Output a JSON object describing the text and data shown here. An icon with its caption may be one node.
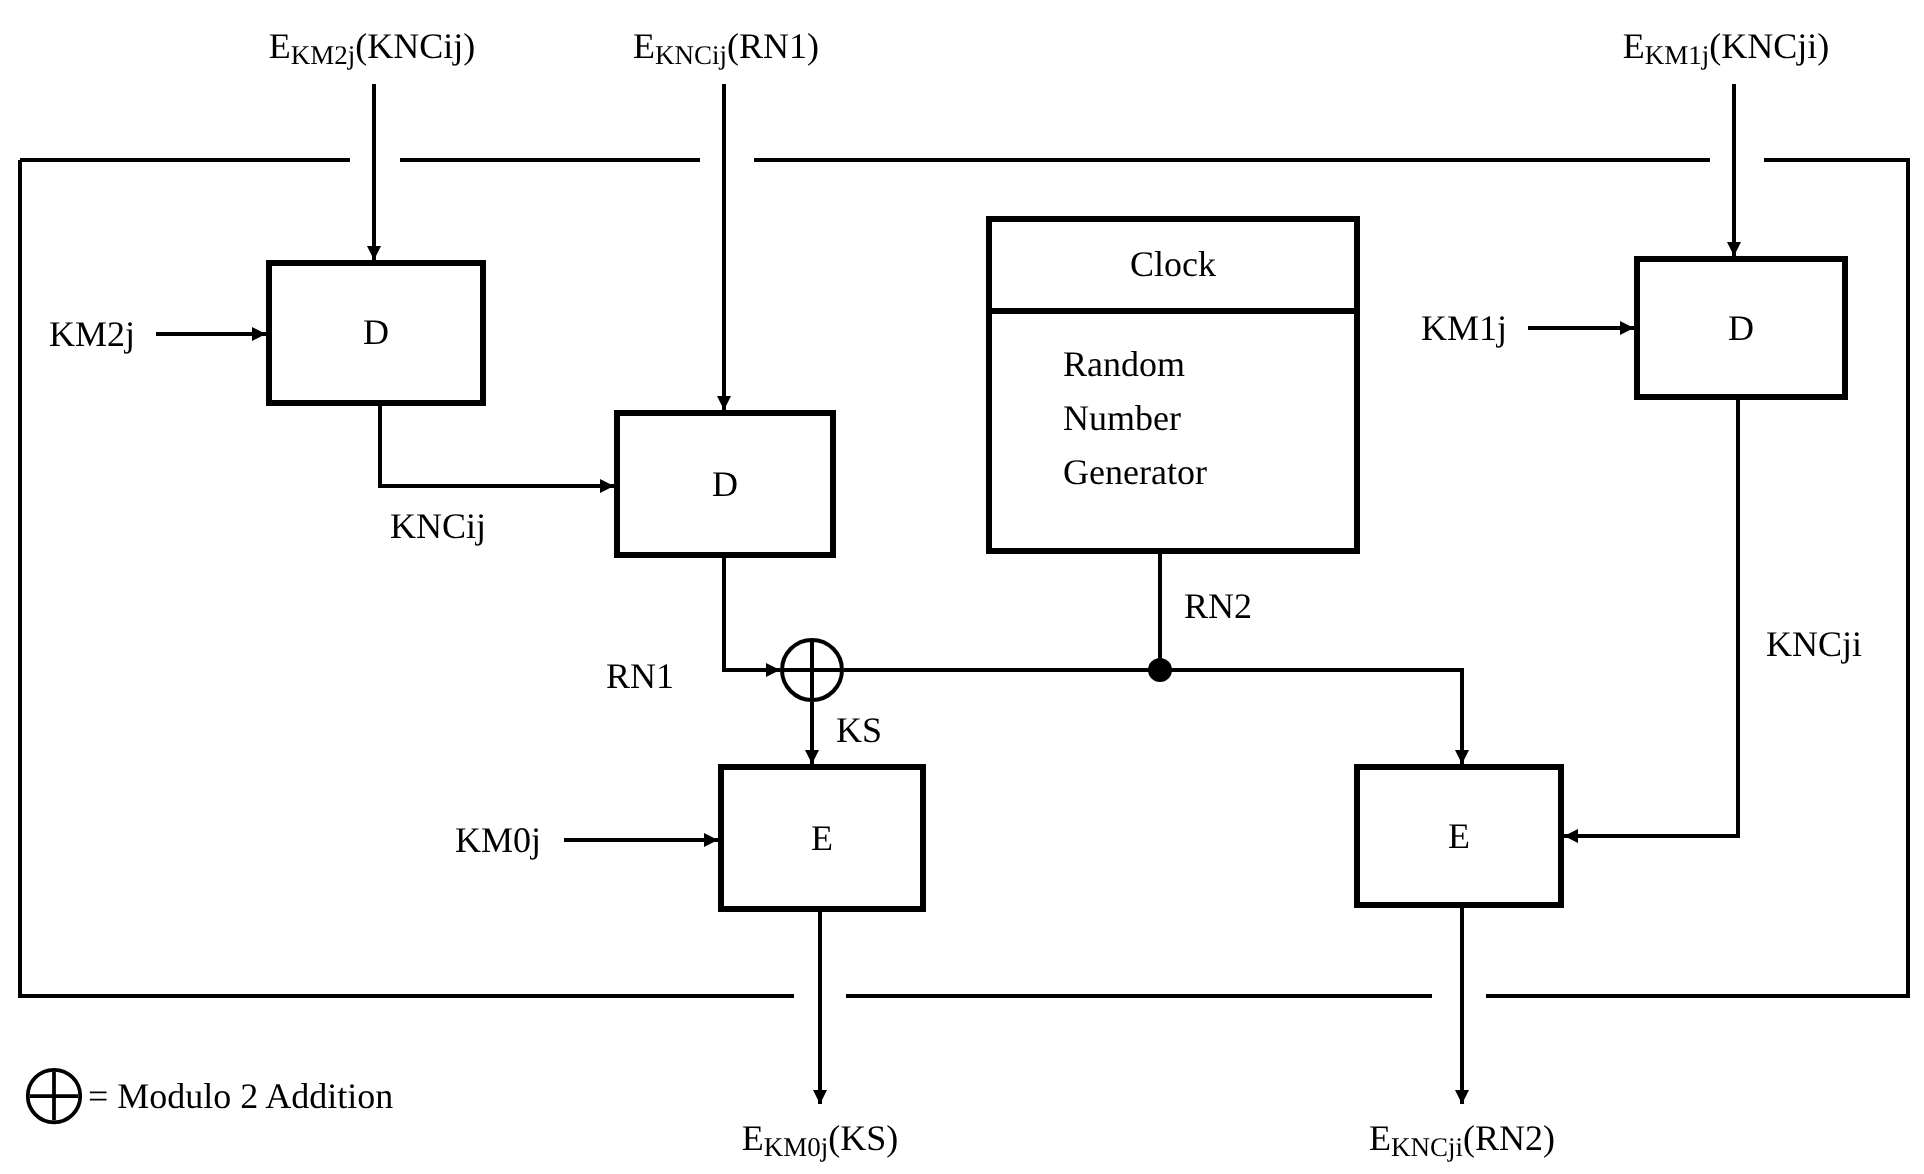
{
  "diagram": {
    "nodes": [
      {
        "text": [
          "E$_{KM2j}$(KNCij)"
        ]
      },
      {
        "text": [
          "E$_{KNCij}$(RN1)"
        ]
      },
      {
        "text": [
          "E$_{KM1j}$(KNCji)"
        ]
      },
      {
        "text": [
          "KM2j"
        ]
      },
      {
        "text": [
          "D"
        ]
      },
      {
        "text": [
          "D"
        ]
      },
      {
        "text": [
          "Clock",
          "Random Number Generator"
        ]
      },
      {
        "text": [
          "KM1j"
        ]
      },
      {
        "text": [
          "D"
        ]
      },
      {
        "text": [],
        "shape": "circle"
      },
      {
        "text": [
          "KM0j"
        ]
      },
      {
        "text": [
          "E"
        ]
      },
      {
        "text": [
          "E"
        ]
      },
      {
        "text": [
          "E$_{KM0j}$(KS)"
        ]
      },
      {
        "text": [
          "E$_{KNCji}$(RN2)"
        ]
      }
    ],
    "edges": [
      {
        "from": 0,
        "to": 4,
        "arrow": "to"
      },
      {
        "from": 3,
        "to": 4,
        "arrow": "to"
      },
      {
        "from": 4,
        "to": 5,
        "arrow": "to",
        "label": "KNCij"
      },
      {
        "from": 1,
        "to": 5,
        "arrow": "to"
      },
      {
        "from": 7,
        "to": 8,
        "arrow": "to"
      },
      {
        "from": 5,
        "to": 9,
        "arrow": "to",
        "label": "RN1"
      },
      {
        "from": 6,
        "to": 9,
        "arrow": "none"
      },
      {
        "from": 6,
        "to": 12,
        "arrow": "to",
        "label": "RN2"
      },
      {
        "from": 9,
        "to": 11,
        "arrow": "to",
        "label": "KS"
      },
      {
        "from": 10,
        "to": 11,
        "arrow": "to"
      },
      {
        "from": 8,
        "to": 12,
        "arrow": "to",
        "label": "KNCji"
      },
      {
        "from": 11,
        "to": 13,
        "arrow": "to"
      },
      {
        "from": 12,
        "to": 14,
        "arrow": "to"
      },
      {
        "from": 2,
        "to": 8,
        "arrow": "to"
      }
    ],
    "legend": [
      {
        "text": "= Modulo 2 Addition"
      }
    ]
  }
}
